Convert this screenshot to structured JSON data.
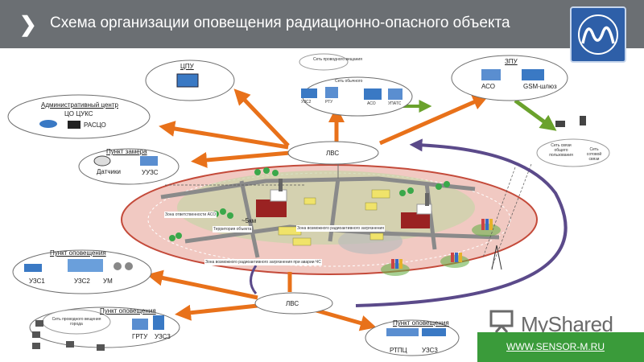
{
  "header": {
    "title": "Схема организации оповещения радиационно-опасного объекта"
  },
  "nodes": {
    "admin": {
      "title": "Административный центр",
      "subtitle": "ЦО ЦУКС",
      "device": "РАСЦО"
    },
    "cpu": {
      "title": "ЦПУ"
    },
    "top_center": {
      "cloud": "Сеть проводного вещания",
      "cloud2": "Сеть обычного",
      "uzs2": "УЗС2",
      "rtu": "РТУ",
      "aso": "АСО",
      "upats": "УПАТС"
    },
    "zpu": {
      "title": "ЗПУ",
      "aso": "АСО",
      "gsm": "GSM-шлюз"
    },
    "mobile": {
      "cloud1": "Сеть связи общего пользования",
      "cloud2": "Сеть сотовой связи"
    },
    "measure": {
      "title": "Пункт замера",
      "sensors": "Датчики",
      "uuzs": "УУЗС"
    },
    "lan_top": "ЛВС",
    "lan_bottom": "ЛВС",
    "notify1": {
      "title": "Пункт оповещения",
      "uzs1": "УЗС1",
      "uzs2": "УЗС2",
      "um": "УМ"
    },
    "notify2": {
      "title": "Пункт оповещения",
      "cloud": "Сеть проводного вещения города",
      "grtu": "ГРТУ",
      "uzs3": "УЗС3"
    },
    "notify3": {
      "title": "Пункт оповещения",
      "rtpc": "РТПЦ",
      "uzs3": "УЗС3"
    },
    "map": {
      "zone_label": "Зона ответственности АСО",
      "distance": "~5км",
      "object_label": "Территория объекта",
      "zone2_label": "Зона возможного радиоактивного загрязнения",
      "zone3_label": "Зона возможного радиоактивного загрязнения при аварии ЧС"
    }
  },
  "brand": {
    "name": "MyShared",
    "url": "WWW.SENSOR-M.RU"
  },
  "colors": {
    "header": "#6b6f73",
    "arrow_orange": "#e8711a",
    "arrow_green": "#6aa22c",
    "arrow_purple": "#5b4a8a",
    "ellipse_fill": "#f0c7c1",
    "brand_green": "#3a9b3a"
  }
}
